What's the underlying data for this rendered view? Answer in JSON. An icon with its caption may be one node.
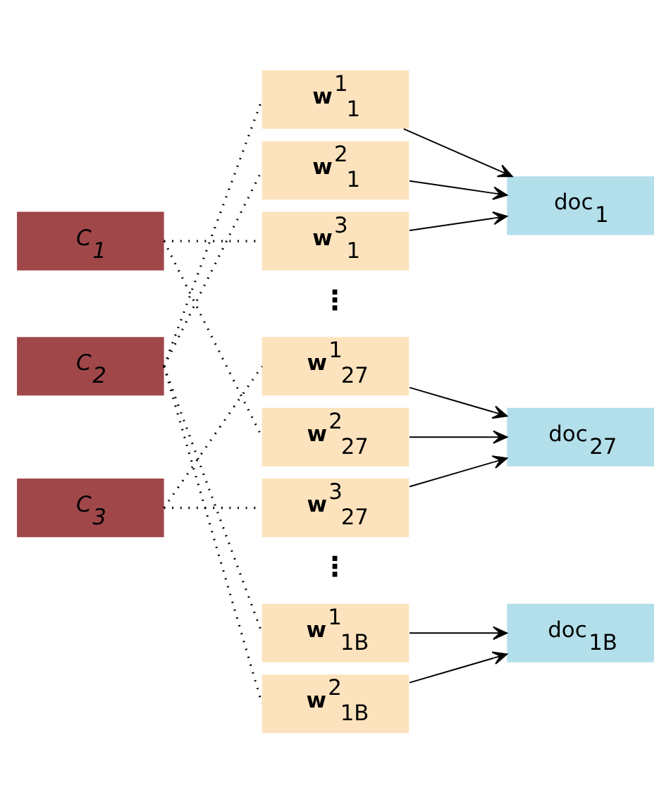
{
  "diagram": {
    "nodes": [
      {
        "text": [
          "C$_{1}$"
        ]
      },
      {
        "text": [
          "C$_{2}$"
        ]
      },
      {
        "text": [
          "C$_{3}$"
        ]
      },
      {
        "text": [
          "**w**$^{1}$$_{1}$"
        ]
      },
      {
        "text": [
          "**w**$^{2}$$_{1}$"
        ]
      },
      {
        "text": [
          "**w**$^{3}$$_{1}$"
        ]
      },
      {
        "text": [
          "**w**$^{1}$$_{27}$"
        ]
      },
      {
        "text": [
          "**w**$^{2}$$_{27}$"
        ]
      },
      {
        "text": [
          "**w**$^{3}$$_{27}$"
        ]
      },
      {
        "text": [
          "**w**$^{1}$$_{1B}$"
        ]
      },
      {
        "text": [
          "**w**$^{2}$$_{1B}$"
        ]
      },
      {
        "text": [
          "doc$_{1}$"
        ]
      },
      {
        "text": [
          "doc$_{27}$"
        ]
      },
      {
        "text": [
          "doc$_{1B}$"
        ]
      }
    ],
    "edges": [
      {
        "from": 0,
        "to": 5,
        "arrow": "none",
        "style": "dashed"
      },
      {
        "from": 0,
        "to": 7,
        "arrow": "none",
        "style": "dashed"
      },
      {
        "from": 1,
        "to": 3,
        "arrow": "none",
        "style": "dashed"
      },
      {
        "from": 1,
        "to": 4,
        "arrow": "none",
        "style": "dashed"
      },
      {
        "from": 1,
        "to": 9,
        "arrow": "none",
        "style": "dashed"
      },
      {
        "from": 1,
        "to": 10,
        "arrow": "none",
        "style": "dashed"
      },
      {
        "from": 2,
        "to": 6,
        "arrow": "none",
        "style": "dashed"
      },
      {
        "from": 2,
        "to": 8,
        "arrow": "none",
        "style": "dashed"
      },
      {
        "from": 3,
        "to": 11,
        "arrow": "to"
      },
      {
        "from": 4,
        "to": 11,
        "arrow": "to"
      },
      {
        "from": 5,
        "to": 11,
        "arrow": "to"
      },
      {
        "from": 6,
        "to": 12,
        "arrow": "to"
      },
      {
        "from": 7,
        "to": 12,
        "arrow": "to"
      },
      {
        "from": 8,
        "to": 12,
        "arrow": "to"
      },
      {
        "from": 9,
        "to": 13,
        "arrow": "to"
      },
      {
        "from": 10,
        "to": 13,
        "arrow": "to"
      }
    ],
    "labels": [
      "⋮",
      "⋮"
    ]
  }
}
